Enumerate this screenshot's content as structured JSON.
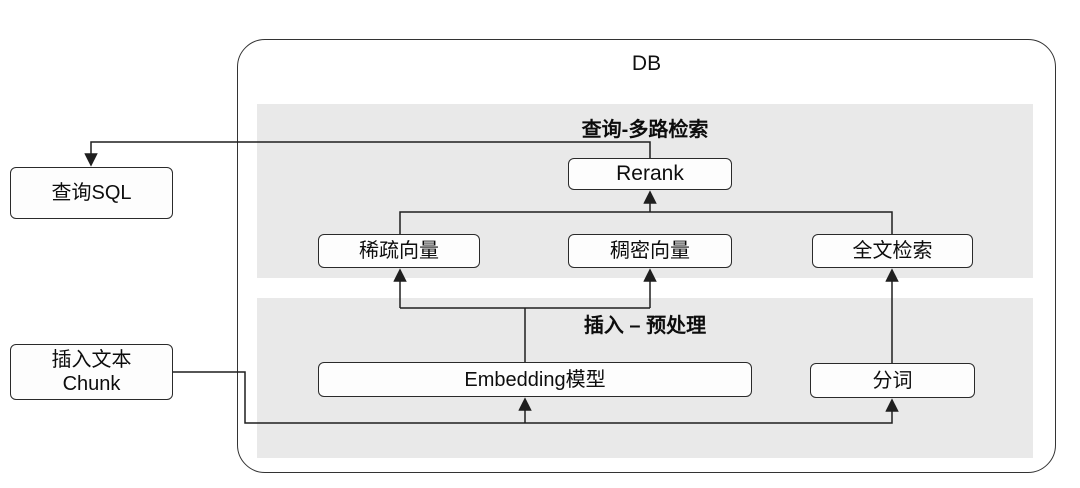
{
  "diagram": {
    "title": "DB",
    "sections": {
      "query": {
        "label": "查询-多路检索"
      },
      "insert": {
        "label": "插入 – 预处理"
      }
    },
    "nodes": {
      "query_sql": {
        "label": "查询SQL"
      },
      "insert_chunk": {
        "line1": "插入文本",
        "line2": "Chunk"
      },
      "rerank": {
        "label": "Rerank"
      },
      "sparse_vector": {
        "label": "稀疏向量"
      },
      "dense_vector": {
        "label": "稠密向量"
      },
      "fulltext_search": {
        "label": "全文检索"
      },
      "embedding_model": {
        "label": "Embedding模型"
      },
      "tokenizer": {
        "label": "分词"
      }
    },
    "colors": {
      "section_background": "#e9e9e9",
      "box_background": "#fdfdfd",
      "box_border": "#2a2a2a",
      "connector": "#1f1f1f",
      "page_background": "#ffffff"
    }
  }
}
